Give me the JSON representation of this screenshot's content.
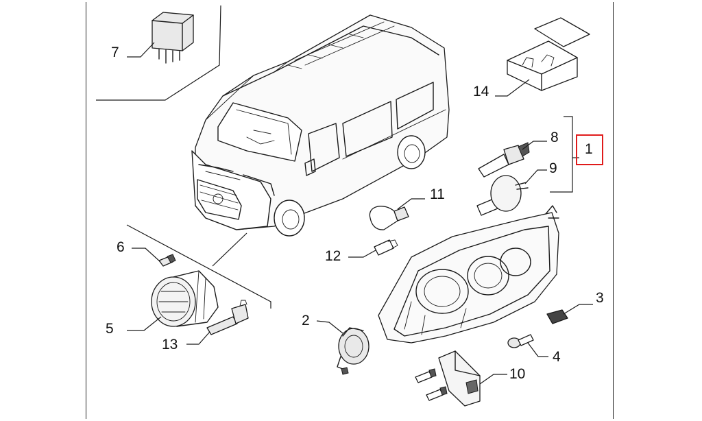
{
  "diagram": {
    "callouts": [
      {
        "id": "c1",
        "text": "1",
        "highlighted": true
      },
      {
        "id": "c2",
        "text": "2"
      },
      {
        "id": "c3",
        "text": "3"
      },
      {
        "id": "c4",
        "text": "4"
      },
      {
        "id": "c5",
        "text": "5"
      },
      {
        "id": "c6",
        "text": "6"
      },
      {
        "id": "c7",
        "text": "7"
      },
      {
        "id": "c8",
        "text": "8"
      },
      {
        "id": "c9",
        "text": "9"
      },
      {
        "id": "c10",
        "text": "10"
      },
      {
        "id": "c11",
        "text": "11"
      },
      {
        "id": "c12",
        "text": "12"
      },
      {
        "id": "c13",
        "text": "13"
      },
      {
        "id": "c14",
        "text": "14"
      }
    ],
    "highlight_color": "#e01b1b",
    "line_color": "#1a1a1a"
  }
}
